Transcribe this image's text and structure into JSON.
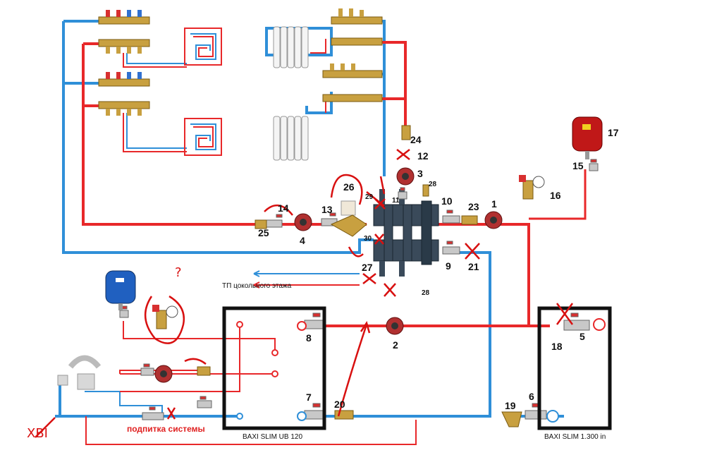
{
  "labels": {
    "n1": "1",
    "n2": "2",
    "n3": "3",
    "n4": "4",
    "n5": "5",
    "n6": "6",
    "n7": "7",
    "n8": "8",
    "n9": "9",
    "n10": "10",
    "n11": "11",
    "n12": "12",
    "n13": "13",
    "n14": "14",
    "n15": "15",
    "n16": "16",
    "n17": "17",
    "n18": "18",
    "n19": "19",
    "n20": "20",
    "n21": "21",
    "n23": "23",
    "n24": "24",
    "n25": "25",
    "n26": "26",
    "n27": "27",
    "n28a": "28",
    "n28b": "28",
    "n29": "29",
    "n30": "30"
  },
  "captions": {
    "basement_floor_heating": "ТП цокольного этажа",
    "system_makeup": "подпитка системы",
    "boiler_left": "BAXI SLIM UB 120",
    "boiler_right": "BAXI SLIM 1.300 in",
    "hand_question": "?",
    "hand_xvi": "ХВI"
  },
  "colors": {
    "hot_pipe": "#e8282a",
    "cold_pipe": "#2f8fd8",
    "boiler_frame": "#111111",
    "annotation": "#d81010",
    "brass": "#c8a040",
    "pump": "#b03030",
    "manifold": "#3a4a5a"
  }
}
